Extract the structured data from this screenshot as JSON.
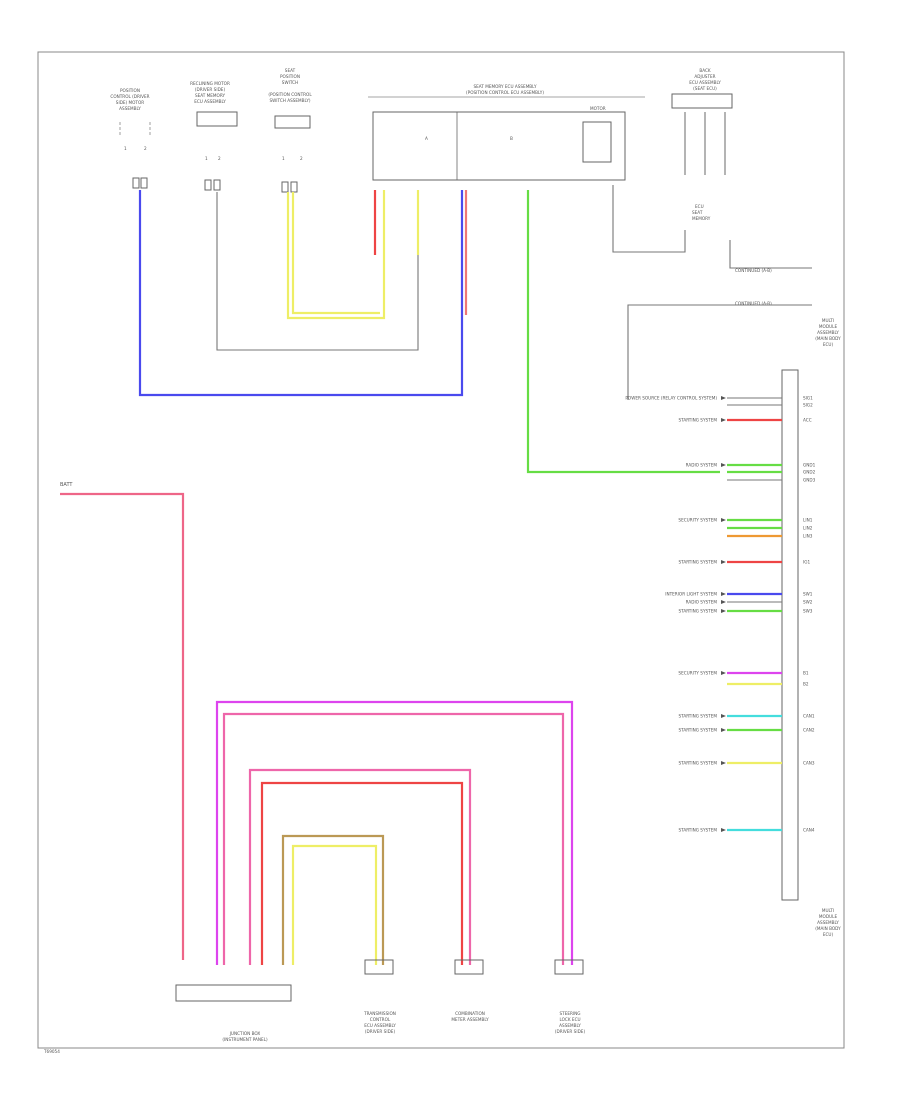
{
  "diagram": {
    "border_color": "#888888",
    "wire_colors": {
      "blue": "#4a4aee",
      "yellow": "#eeee66",
      "green": "#66dd44",
      "red": "#ee4444",
      "pink": "#ee66aa",
      "magenta": "#dd44ee",
      "cyan": "#44dddd",
      "orange": "#ee9933",
      "tan": "#bb9955",
      "salmon": "#ee7777",
      "gray": "#777777"
    },
    "footer_code": "T69054",
    "top_left_labels": [
      {
        "lines": [
          "POSITION",
          "CONTROL (DRIVER",
          "SIDE) MOTOR",
          "ASSEMBLY"
        ]
      },
      {
        "lines": [
          "RECLINING MOTOR",
          "(DRIVER SIDE)",
          "SEAT MEMORY",
          "ECU ASSEMBLY"
        ]
      },
      {
        "lines": [
          "SEAT",
          "POSITION",
          "SWITCH",
          "(POSITION CONTROL",
          "SWITCH ASSEMBLY)"
        ]
      }
    ],
    "top_center_label": [
      "SEAT MEMORY ECU ASSEMBLY",
      "(POSITION CONTROL ECU ASSEMBLY)"
    ],
    "top_right_label": [
      "BACK",
      "ADJUSTER",
      "ECU ASSEMBLY",
      "(SEAT ECU)"
    ],
    "battery_label": "BATT",
    "right_component_label": [
      "MULTI",
      "MODULE",
      "ASSEMBLY",
      "(MAIN BODY",
      "ECU)"
    ],
    "bottom_right_component_label": [
      "MULTI",
      "MODULE",
      "ASSEMBLY",
      "(MAIN BODY",
      "ECU)"
    ],
    "continue_labels": [
      "CONTINUED (A-B)",
      "CONTINUED (A-B)"
    ],
    "right_signal_rows": [
      {
        "label": "POWER SOURCE (RELAY CONTROL SYSTEM)",
        "wire": "gray",
        "pin": "SIG1"
      },
      {
        "label": "",
        "wire": "gray",
        "pin": "SIG2"
      },
      {
        "label": "STARTING SYSTEM",
        "wire": "red",
        "pin": "ACC"
      },
      {
        "label": "RADIO SYSTEM",
        "wire": "green",
        "pin": "GND1"
      },
      {
        "label": "",
        "wire": "green",
        "pin": "GND2"
      },
      {
        "label": "",
        "wire": "gray",
        "pin": "GND3"
      },
      {
        "label": "SECURITY SYSTEM",
        "wire": "green",
        "pin": "LIN1"
      },
      {
        "label": "",
        "wire": "green",
        "pin": "LIN2"
      },
      {
        "label": "",
        "wire": "orange",
        "pin": "LIN3"
      },
      {
        "label": "STARTING SYSTEM",
        "wire": "red",
        "pin": "IG1"
      },
      {
        "label": "INTERIOR LIGHT SYSTEM",
        "wire": "blue",
        "pin": "SW1"
      },
      {
        "label": "RADIO SYSTEM",
        "wire": "gray",
        "pin": "SW2"
      },
      {
        "label": "STARTING SYSTEM",
        "wire": "green",
        "pin": "SW3"
      },
      {
        "label": "SECURITY SYSTEM",
        "wire": "magenta",
        "pin": "B1"
      },
      {
        "label": "",
        "wire": "yellow",
        "pin": "B2"
      },
      {
        "label": "STARTING SYSTEM",
        "wire": "cyan",
        "pin": "CAN1"
      },
      {
        "label": "STARTING SYSTEM",
        "wire": "green",
        "pin": "CAN2"
      },
      {
        "label": "STARTING SYSTEM",
        "wire": "yellow",
        "pin": "CAN3"
      },
      {
        "label": "STARTING SYSTEM",
        "wire": "cyan",
        "pin": "CAN4"
      }
    ],
    "bottom_labels": [
      {
        "lines": [
          "JUNCTION BOX",
          "(INSTRUMENT PANEL)"
        ]
      },
      {
        "lines": [
          "TRANSMISSION",
          "CONTROL",
          "ECU ASSEMBLY",
          "(DRIVER SIDE)"
        ]
      },
      {
        "lines": [
          "COMBINATION",
          "METER ASSEMBLY"
        ]
      },
      {
        "lines": [
          "STEERING",
          "LOCK ECU",
          "ASSEMBLY",
          "(DRIVER SIDE)"
        ]
      }
    ]
  }
}
